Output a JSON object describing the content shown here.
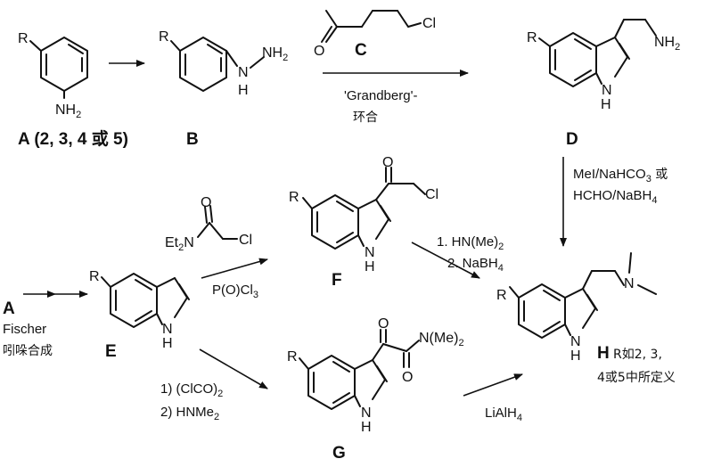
{
  "compounds": {
    "A": {
      "label": "A",
      "label_note": "(2, 3, 4 或 5)",
      "R": "R",
      "NH": "NH",
      "NH_sub": "2"
    },
    "B": {
      "label": "B",
      "R": "R",
      "H": "H",
      "N": "N",
      "NH": "NH",
      "NH_sub": "2"
    },
    "C": {
      "label": "C",
      "O": "O",
      "Cl": "Cl"
    },
    "D": {
      "label": "D",
      "R": "R",
      "NH": "NH",
      "NH_sub": "2",
      "N": "N",
      "H": "H"
    },
    "E": {
      "label": "E",
      "R": "R",
      "N": "N",
      "H": "H"
    },
    "F": {
      "label": "F",
      "R": "R",
      "O": "O",
      "Cl": "Cl",
      "N": "N",
      "H": "H"
    },
    "G": {
      "label": "G",
      "R": "R",
      "O1": "O",
      "O2": "O",
      "NMe": "N(Me)",
      "NMe_sub": "2",
      "N": "N",
      "H": "H"
    },
    "H": {
      "label": "H",
      "label_note": "R如2, 3,",
      "label_note2": "4或5中所定义",
      "R": "R",
      "N1": "N",
      "N": "N",
      "H": "H"
    }
  },
  "reagents": {
    "grandberg": "'Grandberg'-",
    "grandberg_cn": "环合",
    "methylation_1": "MeI/NaHCO",
    "methylation_1_sub": "3",
    "methylation_1_suffix": " 或",
    "methylation_2": "HCHO/NaBH",
    "methylation_2_sub": "4",
    "amide_Et": "Et",
    "amide_Et_sub": "2",
    "amide_N": "N",
    "amide_O": "O",
    "amide_Cl": "Cl",
    "vilsmeier": "P(O)Cl",
    "vilsmeier_sub": "3",
    "fischer_A": "A",
    "fischer": "Fischer",
    "fischer_cn": "吲哚合成",
    "amination_1": "1. HN(Me)",
    "amination_1_sub": "2",
    "amination_2": "2. NaBH",
    "amination_2_sub": "4",
    "oxalyl_1": "1) (ClCO)",
    "oxalyl_1_sub": "2",
    "oxalyl_2": "2) HNMe",
    "oxalyl_2_sub": "2",
    "lialh4": "LiAlH",
    "lialh4_sub": "4"
  }
}
